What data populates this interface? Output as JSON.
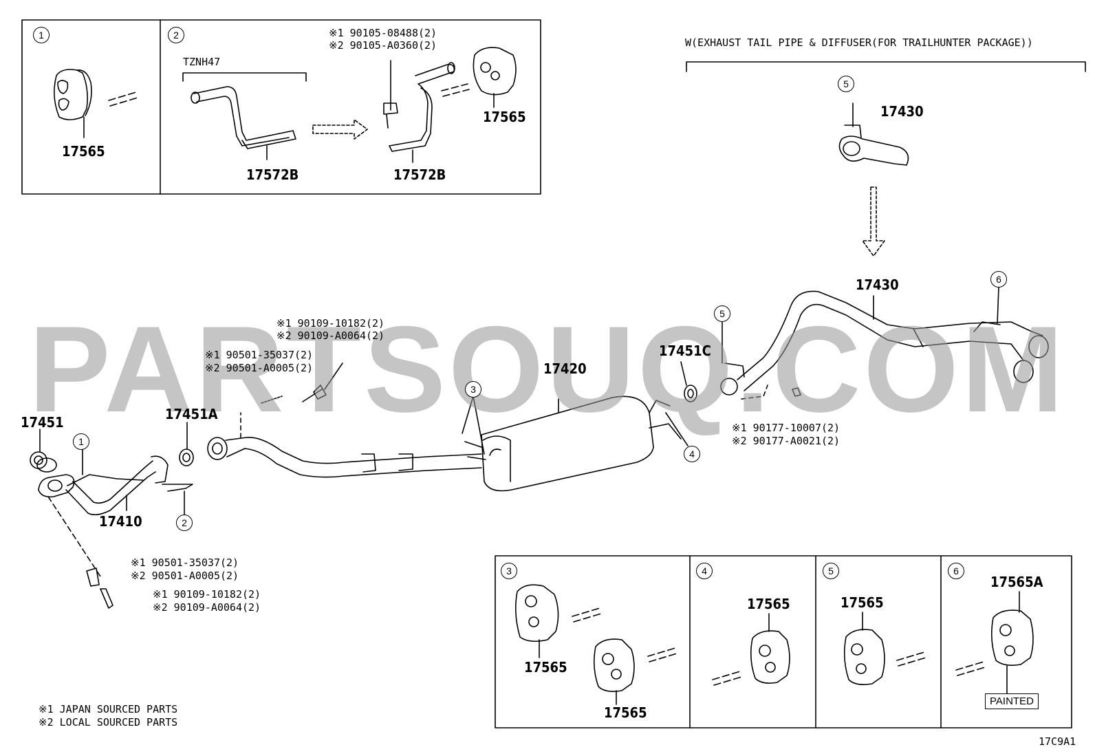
{
  "watermark": "PARTSOUQ.COM",
  "diagram_code": "17C9A1",
  "legend": {
    "line1": "※1  JAPAN SOURCED PARTS",
    "line2": "※2  LOCAL SOURCED PARTS"
  },
  "panel1": {
    "num": "1",
    "part": "17565"
  },
  "panel2": {
    "num": "2",
    "model": "TZNH47",
    "part_left": "17572B",
    "part_right": "17572B",
    "insulator": "17565",
    "bolt1": "※1 90105-08488(2)",
    "bolt2": "※2 90105-A0360(2)"
  },
  "trail": {
    "title": "W(EXHAUST TAIL PIPE & DIFFUSER(FOR TRAILHUNTER PACKAGE))",
    "num": "5",
    "part": "17430"
  },
  "main": {
    "p17451": "17451",
    "p17451A": "17451A",
    "p17410": "17410",
    "p17420": "17420",
    "p17451C": "17451C",
    "p17430": "17430",
    "c1": "1",
    "c2": "2",
    "c3": "3",
    "c4": "4",
    "c5": "5",
    "c6": "6",
    "bolt_top_1": "※1 90109-10182(2)",
    "bolt_top_2": "※2 90109-A0064(2)",
    "spring_top_1": "※1 90501-35037(2)",
    "spring_top_2": "※2 90501-A0005(2)",
    "nut_1": "※1 90177-10007(2)",
    "nut_2": "※2 90177-A0021(2)",
    "spring_bot_1": "※1 90501-35037(2)",
    "spring_bot_2": "※2 90501-A0005(2)",
    "bolt_bot_1": "※1 90109-10182(2)",
    "bolt_bot_2": "※2 90109-A0064(2)"
  },
  "lower": {
    "p3": {
      "num": "3",
      "partA": "17565",
      "partB": "17565"
    },
    "p4": {
      "num": "4",
      "part": "17565"
    },
    "p5": {
      "num": "5",
      "part": "17565"
    },
    "p6": {
      "num": "6",
      "part": "17565A",
      "note": "PAINTED"
    }
  }
}
